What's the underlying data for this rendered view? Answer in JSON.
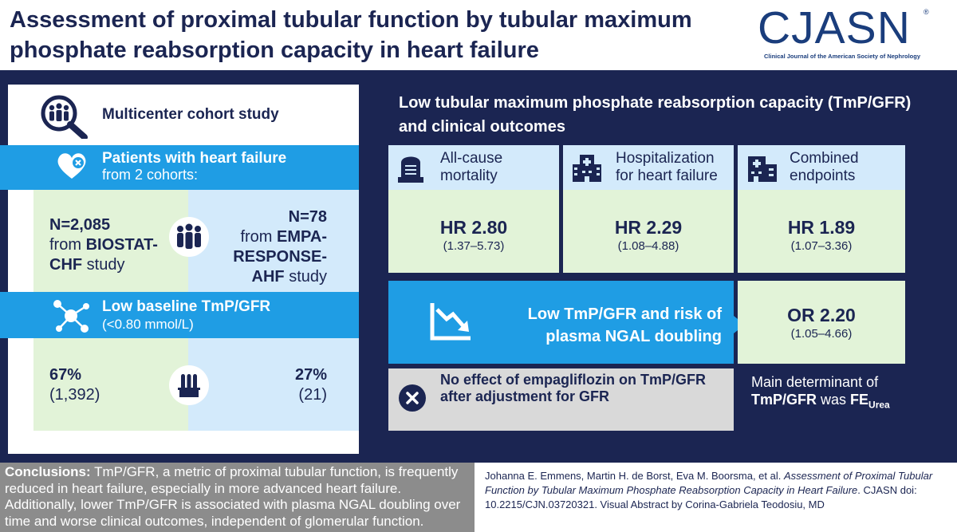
{
  "header": {
    "title": "Assessment of proximal tubular function by tubular maximum phosphate reabsorption capacity in heart failure",
    "logo_mark": "CJASN",
    "logo_reg": "®",
    "logo_sub": "Clinical Journal of the American Society of Nephrology"
  },
  "left": {
    "cohort_label": "Multicenter cohort study",
    "patients_title": "Patients with heart failure",
    "patients_sub": "from 2 cohorts:",
    "biostat": {
      "n": "N=2,085",
      "from": "from ",
      "study": "BIOSTAT-CHF",
      "suffix": " study"
    },
    "empa": {
      "n": "N=78",
      "from": "from ",
      "study": "EMPA-RESPONSE-AHF",
      "suffix": " study"
    },
    "lowbase_title": "Low baseline TmP/GFR",
    "lowbase_sub": "(<0.80 mmol/L)",
    "pct_left": {
      "pct": "67%",
      "count": "(1,392)"
    },
    "pct_right": {
      "pct": "27%",
      "count": "(21)"
    }
  },
  "right": {
    "title": "Low tubular maximum phosphate reabsorption capacity (TmP/GFR) and clinical outcomes",
    "outcomes": [
      {
        "label": "All-cause mortality",
        "hr": "HR 2.80",
        "ci": "(1.37–5.73)"
      },
      {
        "label": "Hospitalization for heart failure",
        "hr": "HR 2.29",
        "ci": "(1.08–4.88)"
      },
      {
        "label": "Combined endpoints",
        "hr": "HR 1.89",
        "ci": "(1.07–3.36)"
      }
    ],
    "ngal_text": "Low TmP/GFR and risk of plasma NGAL doubling",
    "or_val": "OR 2.20",
    "or_ci": "(1.05–4.66)",
    "empa_effect": "No effect of empagliflozin on TmP/GFR after adjustment for GFR",
    "det_prefix": "Main determinant of",
    "det_bold": "TmP/GFR",
    "det_was": " was ",
    "det_fe": "FE",
    "det_sub": "Urea"
  },
  "footer": {
    "conclusions_label": "Conclusions:",
    "conclusions_text": " TmP/GFR, a metric of proximal tubular function, is frequently reduced in heart failure, especially in more advanced heart failure. Additionally, lower TmP/GFR is associated with plasma NGAL doubling over time and worse clinical outcomes, independent of glomerular function.",
    "cite_authors": "Johanna E. Emmens, Martin H. de Borst, Eva M. Boorsma, et al. ",
    "cite_title": "Assessment of Proximal Tubular Function by Tubular Maximum Phosphate Reabsorption Capacity in Heart Failure",
    "cite_rest": ". CJASN doi: 10.2215/CJN.03720321. Visual Abstract by Corina-Gabriela Teodosiu, MD"
  },
  "colors": {
    "navy": "#1b2552",
    "bright_blue": "#1f9de4",
    "pale_blue": "#d3eafb",
    "pale_green": "#e2f3d8",
    "grey": "#d9d9d9",
    "footer_grey": "#8c8c8c"
  },
  "icons": [
    "group-magnifier-icon",
    "heart-plus-icon",
    "people-icon",
    "molecule-icon",
    "test-tubes-icon",
    "tombstone-icon",
    "hospital-icon",
    "trend-down-icon",
    "x-circle-icon"
  ]
}
